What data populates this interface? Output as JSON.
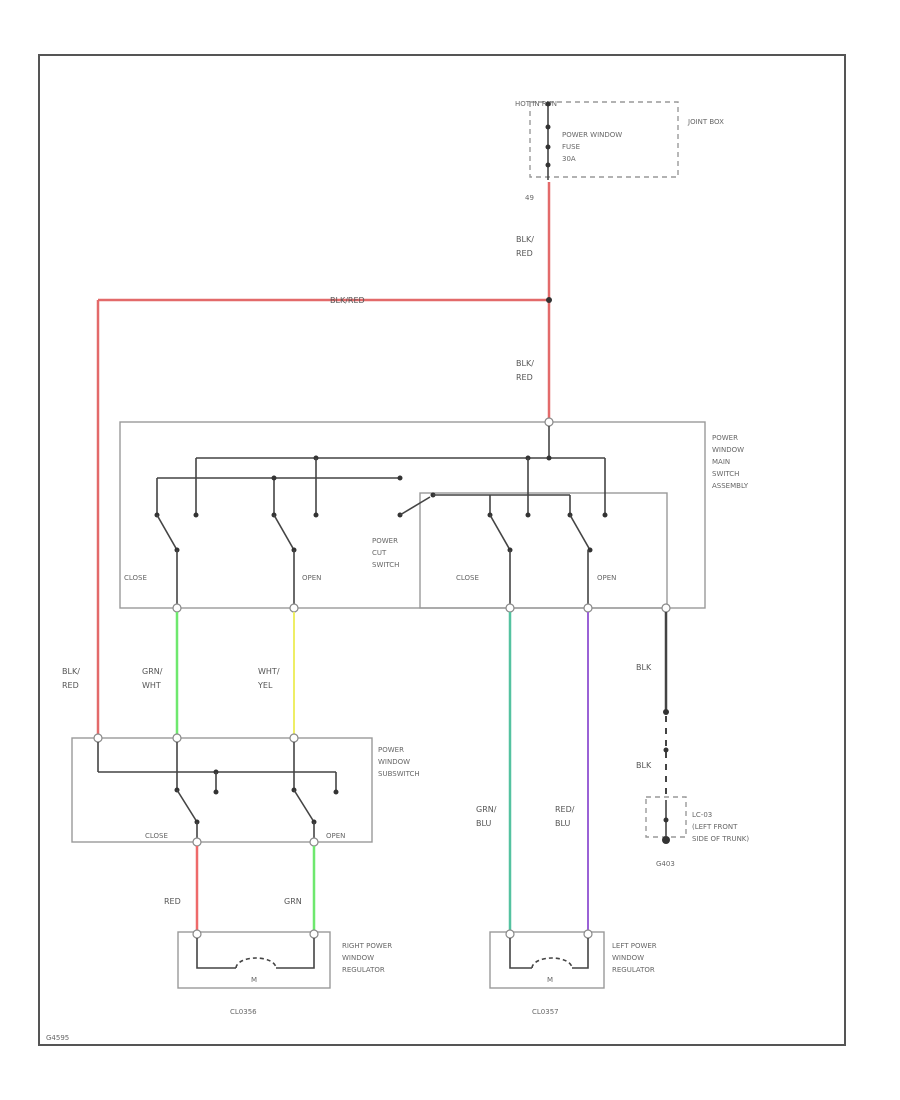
{
  "fuse": {
    "supply": "HOT IN RUN",
    "name_line1": "POWER WINDOW",
    "name_line2": "FUSE",
    "rating": "30A",
    "box_label": "JOINT BOX",
    "pin": "49"
  },
  "main_switch": {
    "line1": "POWER",
    "line2": "WINDOW",
    "line3": "MAIN",
    "line4": "SWITCH",
    "line5": "ASSEMBLY",
    "cut_line1": "POWER",
    "cut_line2": "CUT",
    "cut_line3": "SWITCH",
    "close_right": "CLOSE",
    "open_right": "OPEN",
    "close_left": "CLOSE",
    "open_left": "OPEN"
  },
  "sub_switch": {
    "line1": "POWER",
    "line2": "WINDOW",
    "line3": "SUBSWITCH",
    "close": "CLOSE",
    "open": "OPEN"
  },
  "wires": {
    "feed_upper_1": "BLK/",
    "feed_upper_2": "RED",
    "feed_horizontal": "BLK/RED",
    "feed_lower_1": "BLK/",
    "feed_lower_2": "RED",
    "left_feed_1": "BLK/",
    "left_feed_2": "RED",
    "grn_wht_1": "GRN/",
    "grn_wht_2": "WHT",
    "wht_yel_1": "WHT/",
    "wht_yel_2": "YEL",
    "grn_blu_1": "GRN/",
    "grn_blu_2": "BLU",
    "red_blu_1": "RED/",
    "red_blu_2": "BLU",
    "blk_upper": "BLK",
    "blk_lower": "BLK",
    "red": "RED",
    "grn": "GRN"
  },
  "ground": {
    "line1": "LC-03",
    "line2": "(LEFT FRONT",
    "line3": "SIDE OF TRUNK)",
    "code": "G403"
  },
  "regulators": {
    "right_line1": "RIGHT POWER",
    "right_line2": "WINDOW",
    "right_line3": "REGULATOR",
    "right_motor": "M",
    "right_code": "CL0356",
    "left_line1": "LEFT POWER",
    "left_line2": "WINDOW",
    "left_line3": "REGULATOR",
    "left_motor": "M",
    "left_code": "CL0357"
  },
  "footer": {
    "code": "G4595"
  },
  "colors": {
    "blk_red": "#e36a6a",
    "grn_wht": "#6ee86e",
    "wht_yel": "#eeee66",
    "grn_blu": "#55c2a0",
    "red_blu": "#9a62d6",
    "red": "#ee6a6a",
    "grn": "#6ee86e",
    "blk": "#444444"
  }
}
